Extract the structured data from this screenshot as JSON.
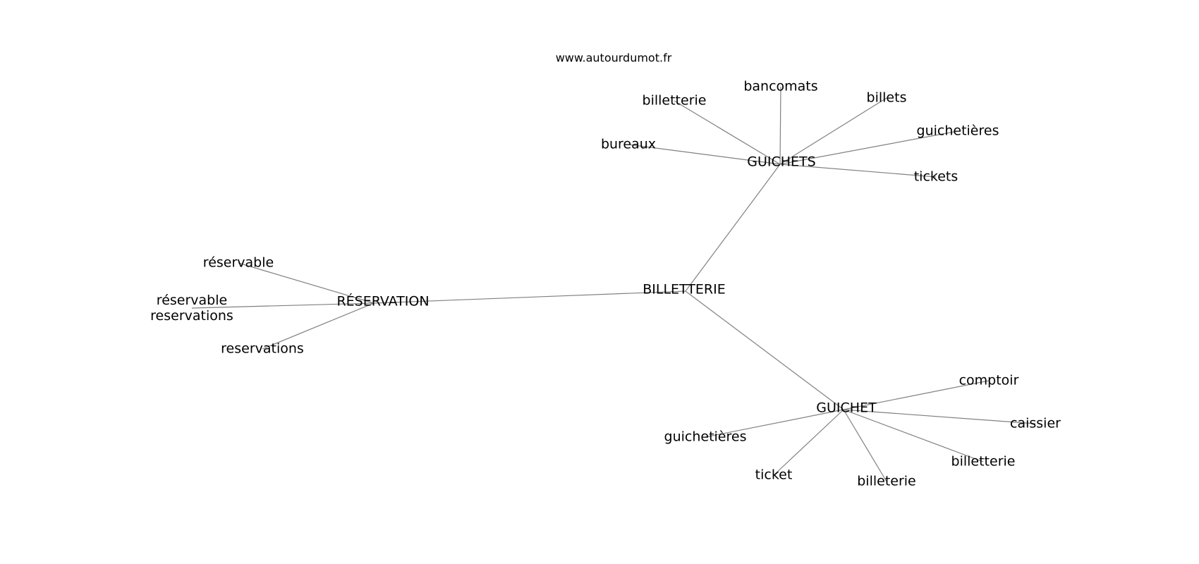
{
  "site": "www.autourdumot.fr",
  "graph": {
    "nodes": [
      {
        "id": "billetterie_center",
        "label": "BILLETTERIE"
      },
      {
        "id": "guichets",
        "label": "GUICHETS"
      },
      {
        "id": "reservation",
        "label": "RÉSERVATION"
      },
      {
        "id": "guichet",
        "label": "GUICHET"
      },
      {
        "id": "gs_bancomats",
        "label": "bancomats"
      },
      {
        "id": "gs_billetterie",
        "label": "billetterie"
      },
      {
        "id": "gs_billets",
        "label": "billets"
      },
      {
        "id": "gs_guichetieres",
        "label": "guichetières"
      },
      {
        "id": "gs_bureaux",
        "label": "bureaux"
      },
      {
        "id": "gs_tickets",
        "label": "tickets"
      },
      {
        "id": "r_reservable",
        "label": "réservable"
      },
      {
        "id": "r_reservable_reservations",
        "label": "réservable\nreservations"
      },
      {
        "id": "r_reservations",
        "label": "reservations"
      },
      {
        "id": "g_comptoir",
        "label": "comptoir"
      },
      {
        "id": "g_caissier",
        "label": "caissier"
      },
      {
        "id": "g_billetterie",
        "label": "billetterie"
      },
      {
        "id": "g_billeterie",
        "label": "billeterie"
      },
      {
        "id": "g_ticket",
        "label": "ticket"
      },
      {
        "id": "g_guichetieres",
        "label": "guichetières"
      }
    ],
    "edges": [
      [
        "billetterie_center",
        "guichets"
      ],
      [
        "billetterie_center",
        "reservation"
      ],
      [
        "billetterie_center",
        "guichet"
      ],
      [
        "guichets",
        "gs_bancomats"
      ],
      [
        "guichets",
        "gs_billetterie"
      ],
      [
        "guichets",
        "gs_billets"
      ],
      [
        "guichets",
        "gs_guichetieres"
      ],
      [
        "guichets",
        "gs_bureaux"
      ],
      [
        "guichets",
        "gs_tickets"
      ],
      [
        "reservation",
        "r_reservable"
      ],
      [
        "reservation",
        "r_reservable_reservations"
      ],
      [
        "reservation",
        "r_reservations"
      ],
      [
        "guichet",
        "g_comptoir"
      ],
      [
        "guichet",
        "g_caissier"
      ],
      [
        "guichet",
        "g_billetterie"
      ],
      [
        "guichet",
        "g_billeterie"
      ],
      [
        "guichet",
        "g_ticket"
      ],
      [
        "guichet",
        "g_guichetieres"
      ]
    ]
  }
}
